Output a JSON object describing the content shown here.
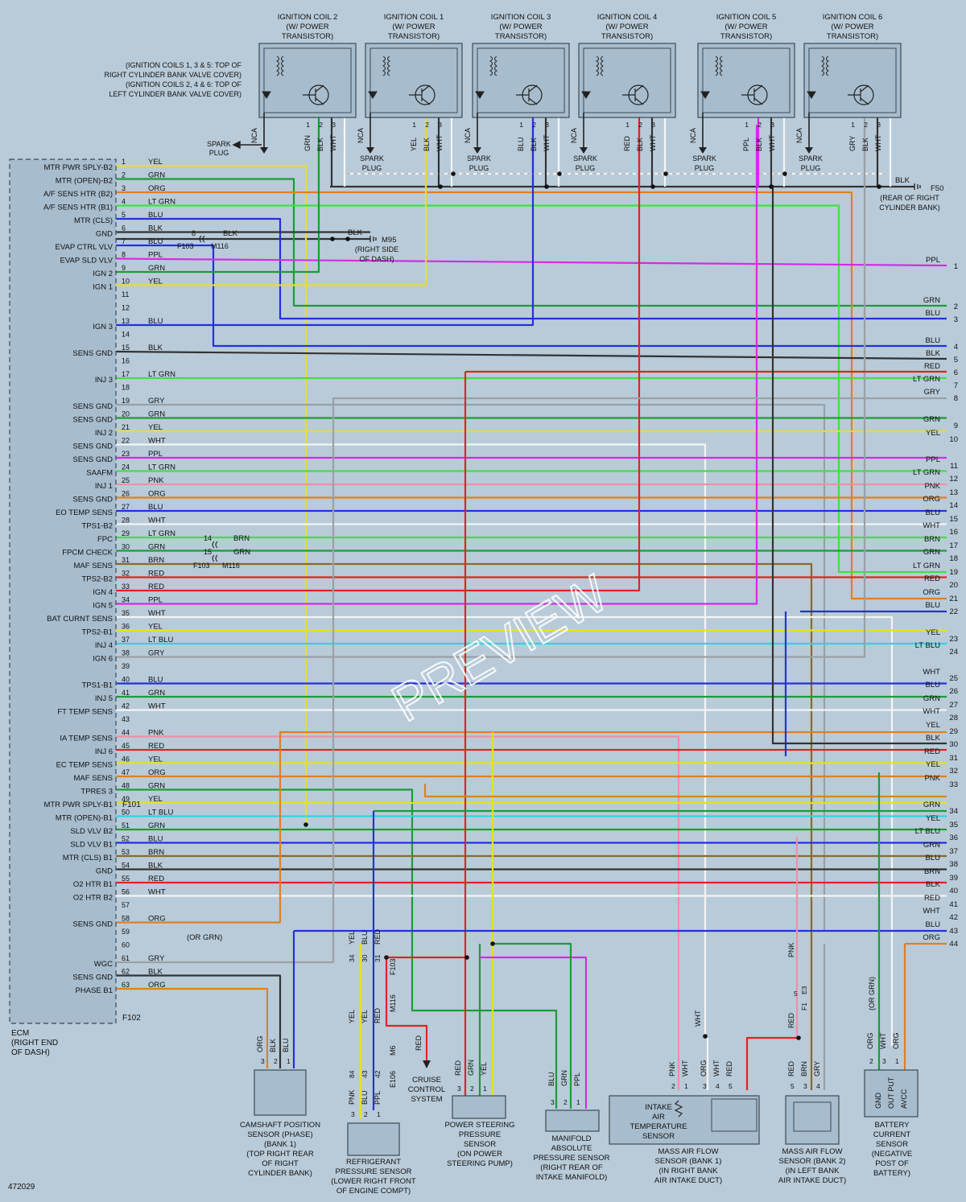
{
  "diagram_id": "472029",
  "watermark": "PREVIEW",
  "coils": [
    {
      "l1": "IGNITION COIL 2",
      "l2": "(W/ POWER",
      "l3": "TRANSISTOR)",
      "pins": [
        [
          "GRN",
          "#1c9c35"
        ],
        [
          "BLK",
          "#333333"
        ],
        [
          "WHT",
          "#f4f4f4"
        ]
      ],
      "nca": "NCA",
      "spark": "SPARK PLUG"
    },
    {
      "l1": "IGNITION COIL 1",
      "l2": "(W/ POWER",
      "l3": "TRANSISTOR)",
      "pins": [
        [
          "YEL",
          "#e6e020"
        ],
        [
          "BLK",
          "#333333"
        ],
        [
          "WHT",
          "#f4f4f4"
        ]
      ],
      "nca": "NCA",
      "spark": "SPARK PLUG"
    },
    {
      "l1": "IGNITION COIL 3",
      "l2": "(W/ POWER",
      "l3": "TRANSISTOR)",
      "pins": [
        [
          "BLU",
          "#2430e0"
        ],
        [
          "BLK",
          "#333333"
        ],
        [
          "WHT",
          "#f4f4f4"
        ]
      ],
      "nca": "NCA",
      "spark": "SPARK PLUG"
    },
    {
      "l1": "IGNITION COIL 4",
      "l2": "(W/ POWER",
      "l3": "TRANSISTOR)",
      "pins": [
        [
          "RED",
          "#e02424"
        ],
        [
          "BLK",
          "#333333"
        ],
        [
          "WHT",
          "#f4f4f4"
        ]
      ],
      "nca": "NCA",
      "spark": "SPARK PLUG"
    },
    {
      "l1": "IGNITION COIL 5",
      "l2": "(W/ POWER",
      "l3": "TRANSISTOR)",
      "pins": [
        [
          "PPL",
          "#d22ce6"
        ],
        [
          "BLK",
          "#333333"
        ],
        [
          "WHT",
          "#f4f4f4"
        ]
      ],
      "nca": "NCA",
      "spark": "SPARK PLUG"
    },
    {
      "l1": "IGNITION COIL 6",
      "l2": "(W/ POWER",
      "l3": "TRANSISTOR)",
      "pins": [
        [
          "GRY",
          "#9aa0a6"
        ],
        [
          "BLK",
          "#333333"
        ],
        [
          "WHT",
          "#f4f4f4"
        ]
      ],
      "nca": "NCA",
      "spark": "SPARK PLUG"
    }
  ],
  "coil_note": [
    "(IGNITION COILS 1, 3 & 5: TOP OF",
    "RIGHT CYLINDER BANK VALVE COVER)",
    "(IGNITION COILS 2, 4 & 6: TOP OF",
    "LEFT CYLINDER BANK VALVE COVER)"
  ],
  "ground_f50": {
    "color": "BLK",
    "id": "F50",
    "l1": "(REAR OF RIGHT",
    "l2": "CYLINDER BANK)"
  },
  "ground_m95": {
    "color": "BLK",
    "id": "M95",
    "l1": "(RIGHT SIDE",
    "l2": "OF DASH)"
  },
  "conn_f103_m116": {
    "pin": "8",
    "color": "BLK",
    "a": "F103",
    "b": "M116"
  },
  "conn_f103_m116_b": {
    "pin1": "14",
    "color1": "BRN",
    "pin2": "15",
    "color2": "GRN",
    "a": "F103",
    "b": "M116"
  },
  "ecm": {
    "name": "ECM",
    "l2": "(RIGHT END",
    "l3": "OF DASH)",
    "f101": "F101",
    "f102": "F102"
  },
  "pins": [
    {
      "n": "1",
      "func": "MTR PWR SPLY-B2",
      "wire": "YEL",
      "hex": "#e6e020",
      "rn": "",
      "rc": ""
    },
    {
      "n": "2",
      "func": "MTR (OPEN)-B2",
      "wire": "GRN",
      "hex": "#1c9c35",
      "rn": "",
      "rc": ""
    },
    {
      "n": "3",
      "func": "A/F SENS HTR (B2)",
      "wire": "ORG",
      "hex": "#e07f22",
      "rn": "",
      "rc": ""
    },
    {
      "n": "4",
      "func": "A/F SENS HTR (B1)",
      "wire": "LT GRN",
      "hex": "#3ee23e",
      "rn": "",
      "rc": ""
    },
    {
      "n": "5",
      "func": "MTR (CLS)",
      "wire": "BLU",
      "hex": "#2430e0",
      "rn": "",
      "rc": ""
    },
    {
      "n": "6",
      "func": "GND",
      "wire": "BLK",
      "hex": "#333333",
      "rn": "",
      "rc": ""
    },
    {
      "n": "7",
      "func": "EVAP CTRL VLV",
      "wire": "BLU",
      "hex": "#2430e0",
      "rn": "",
      "rc": ""
    },
    {
      "n": "8",
      "func": "EVAP SLD VLV",
      "wire": "PPL",
      "hex": "#d22ce6",
      "rn": "1",
      "rc": "PPL"
    },
    {
      "n": "9",
      "func": "IGN 2",
      "wire": "GRN",
      "hex": "#1c9c35",
      "rn": "",
      "rc": ""
    },
    {
      "n": "10",
      "func": "IGN 1",
      "wire": "YEL",
      "hex": "#e6e020",
      "rn": "",
      "rc": ""
    },
    {
      "n": "11",
      "func": "",
      "wire": "",
      "hex": "",
      "rn": "2",
      "rc": "GRN"
    },
    {
      "n": "12",
      "func": "",
      "wire": "",
      "hex": "",
      "rn": "3",
      "rc": "BLU"
    },
    {
      "n": "13",
      "func": "IGN 3",
      "wire": "BLU",
      "hex": "#2430e0",
      "rn": "4",
      "rc": "BLU"
    },
    {
      "n": "14",
      "func": "",
      "wire": "",
      "hex": "",
      "rn": "",
      "rc": ""
    },
    {
      "n": "15",
      "func": "SENS GND",
      "wire": "BLK",
      "hex": "#333333",
      "rn": "5",
      "rc": "BLK"
    },
    {
      "n": "16",
      "func": "",
      "wire": "",
      "hex": "",
      "rn": "6",
      "rc": "RED"
    },
    {
      "n": "17",
      "func": "INJ 3",
      "wire": "LT GRN",
      "hex": "#3ee23e",
      "rn": "7",
      "rc": "LT GRN"
    },
    {
      "n": "18",
      "func": "",
      "wire": "",
      "hex": "",
      "rn": "8",
      "rc": "GRY"
    },
    {
      "n": "19",
      "func": "SENS GND",
      "wire": "GRY",
      "hex": "#9aa0a6",
      "rn": "",
      "rc": ""
    },
    {
      "n": "20",
      "func": "SENS GND",
      "wire": "GRN",
      "hex": "#1c9c35",
      "rn": "9",
      "rc": "GRN"
    },
    {
      "n": "21",
      "func": "INJ 2",
      "wire": "YEL",
      "hex": "#e6e020",
      "rn": "10",
      "rc": "YEL"
    },
    {
      "n": "22",
      "func": "SENS GND",
      "wire": "WHT",
      "hex": "#f4f4f4",
      "rn": "",
      "rc": ""
    },
    {
      "n": "23",
      "func": "SENS GND",
      "wire": "PPL",
      "hex": "#d22ce6",
      "rn": "11",
      "rc": "PPL"
    },
    {
      "n": "24",
      "func": "SAAFM",
      "wire": "LT GRN",
      "hex": "#3ee23e",
      "rn": "12",
      "rc": "LT GRN"
    },
    {
      "n": "25",
      "func": "INJ 1",
      "wire": "PNK",
      "hex": "#ee8fa8",
      "rn": "13",
      "rc": "PNK"
    },
    {
      "n": "26",
      "func": "SENS GND",
      "wire": "ORG",
      "hex": "#e07f22",
      "rn": "14",
      "rc": "ORG"
    },
    {
      "n": "27",
      "func": "EO TEMP SENS",
      "wire": "BLU",
      "hex": "#2430e0",
      "rn": "15",
      "rc": "BLU"
    },
    {
      "n": "28",
      "func": "TPS1-B2",
      "wire": "WHT",
      "hex": "#f4f4f4",
      "rn": "16",
      "rc": "WHT"
    },
    {
      "n": "29",
      "func": "FPC",
      "wire": "LT GRN",
      "hex": "#3ee23e",
      "rn": "17",
      "rc": "BRN"
    },
    {
      "n": "30",
      "func": "FPCM CHECK",
      "wire": "GRN",
      "hex": "#1c9c35",
      "rn": "18",
      "rc": "GRN"
    },
    {
      "n": "31",
      "func": "MAF SENS",
      "wire": "BRN",
      "hex": "#8a6a2c",
      "rn": "19",
      "rc": "LT GRN"
    },
    {
      "n": "32",
      "func": "TPS2-B2",
      "wire": "RED",
      "hex": "#e02424",
      "rn": "20",
      "rc": "RED"
    },
    {
      "n": "33",
      "func": "IGN 4",
      "wire": "RED",
      "hex": "#e02424",
      "rn": "21",
      "rc": "ORG"
    },
    {
      "n": "34",
      "func": "IGN 5",
      "wire": "PPL",
      "hex": "#d22ce6",
      "rn": "22",
      "rc": "BLU"
    },
    {
      "n": "35",
      "func": "BAT CURNT SENS",
      "wire": "WHT",
      "hex": "#f4f4f4",
      "rn": "",
      "rc": ""
    },
    {
      "n": "36",
      "func": "TPS2-B1",
      "wire": "YEL",
      "hex": "#e6e020",
      "rn": "23",
      "rc": "YEL"
    },
    {
      "n": "37",
      "func": "INJ 4",
      "wire": "LT BLU",
      "hex": "#28d6e6",
      "rn": "24",
      "rc": "LT BLU"
    },
    {
      "n": "38",
      "func": "IGN 6",
      "wire": "GRY",
      "hex": "#9aa0a6",
      "rn": "",
      "rc": ""
    },
    {
      "n": "39",
      "func": "",
      "wire": "",
      "hex": "",
      "rn": "25",
      "rc": "WHT"
    },
    {
      "n": "40",
      "func": "TPS1-B1",
      "wire": "BLU",
      "hex": "#2430e0",
      "rn": "26",
      "rc": "BLU"
    },
    {
      "n": "41",
      "func": "INJ 5",
      "wire": "GRN",
      "hex": "#1c9c35",
      "rn": "27",
      "rc": "GRN"
    },
    {
      "n": "42",
      "func": "FT TEMP SENS",
      "wire": "WHT",
      "hex": "#f4f4f4",
      "rn": "28",
      "rc": "WHT"
    },
    {
      "n": "43",
      "func": "",
      "wire": "",
      "hex": "",
      "rn": "29",
      "rc": "YEL"
    },
    {
      "n": "44",
      "func": "IA TEMP SENS",
      "wire": "PNK",
      "hex": "#ee8fa8",
      "rn": "30",
      "rc": "BLK"
    },
    {
      "n": "45",
      "func": "INJ 6",
      "wire": "RED",
      "hex": "#e02424",
      "rn": "31",
      "rc": "RED"
    },
    {
      "n": "46",
      "func": "EC TEMP SENS",
      "wire": "YEL",
      "hex": "#e6e020",
      "rn": "32",
      "rc": "YEL"
    },
    {
      "n": "47",
      "func": "MAF SENS",
      "wire": "ORG",
      "hex": "#e07f22",
      "rn": "33",
      "rc": "PNK"
    },
    {
      "n": "48",
      "func": "TPRES 3",
      "wire": "GRN",
      "hex": "#1c9c35",
      "rn": "",
      "rc": ""
    },
    {
      "n": "49",
      "func": "MTR PWR SPLY-B1",
      "wire": "YEL",
      "hex": "#e6e020",
      "rn": "34",
      "rc": "GRN"
    },
    {
      "n": "50",
      "func": "MTR (OPEN)-B1",
      "wire": "LT BLU",
      "hex": "#28d6e6",
      "rn": "35",
      "rc": "YEL"
    },
    {
      "n": "51",
      "func": "SLD VLV B2",
      "wire": "GRN",
      "hex": "#1c9c35",
      "rn": "36",
      "rc": "LT BLU"
    },
    {
      "n": "52",
      "func": "SLD VLV B1",
      "wire": "BLU",
      "hex": "#2430e0",
      "rn": "37",
      "rc": "GRN"
    },
    {
      "n": "53",
      "func": "MTR (CLS) B1",
      "wire": "BRN",
      "hex": "#8a6a2c",
      "rn": "38",
      "rc": "BLU"
    },
    {
      "n": "54",
      "func": "GND",
      "wire": "BLK",
      "hex": "#333333",
      "rn": "39",
      "rc": "BRN"
    },
    {
      "n": "55",
      "func": "O2 HTR B1",
      "wire": "RED",
      "hex": "#e02424",
      "rn": "40",
      "rc": "BLK"
    },
    {
      "n": "56",
      "func": "O2 HTR B2",
      "wire": "WHT",
      "hex": "#f4f4f4",
      "rn": "41",
      "rc": "RED"
    },
    {
      "n": "57",
      "func": "",
      "wire": "",
      "hex": "",
      "rn": "42",
      "rc": "WHT"
    },
    {
      "n": "58",
      "func": "SENS GND",
      "wire": "ORG",
      "hex": "#e07f22",
      "rn": "43",
      "rc": "BLU"
    },
    {
      "n": "59",
      "func": "",
      "wire": "",
      "hex": "",
      "rn": "44",
      "rc": "ORG"
    },
    {
      "n": "60",
      "func": "",
      "wire": "",
      "hex": "",
      "rn": "",
      "rc": ""
    },
    {
      "n": "61",
      "func": "WGC",
      "wire": "GRY",
      "hex": "#9aa0a6",
      "rn": "",
      "rc": ""
    },
    {
      "n": "62",
      "func": "SENS GND",
      "wire": "BLK",
      "hex": "#333333",
      "rn": "",
      "rc": ""
    },
    {
      "n": "63",
      "func": "PHASE B1",
      "wire": "ORG",
      "hex": "#e07f22",
      "rn": "",
      "rc": ""
    }
  ],
  "pin58_note": "(OR GRN)",
  "bottom": {
    "cam": {
      "l": [
        "CAMSHAFT POSITION",
        "SENSOR (PHASE)",
        "(BANK 1)",
        "(TOP RIGHT REAR",
        "OF RIGHT",
        "CYLINDER BANK)"
      ],
      "w": [
        "ORG",
        "BLK",
        "BLU"
      ],
      "p": [
        "3",
        "2",
        "1"
      ]
    },
    "refrig": {
      "l": [
        "REFRIGERANT",
        "PRESSURE SENSOR",
        "(LOWER RIGHT FRONT",
        "OF ENGINE COMPT)"
      ],
      "w": [
        "PNK",
        "BLU",
        "PPL"
      ],
      "p": [
        "3",
        "2",
        "1"
      ],
      "c": [
        "84",
        "43",
        "42"
      ],
      "up": [
        "YEL",
        "YEL",
        "RED"
      ],
      "up2": [
        "YEL",
        "BLU",
        "RED"
      ],
      "upn": [
        "34",
        "30",
        "31"
      ],
      "f103": "F103",
      "m116": "M116",
      "m6": "M6",
      "e106": "E106",
      "red": "RED"
    },
    "cruise": {
      "l": [
        "CRUISE",
        "CONTROL",
        "SYSTEM"
      ]
    },
    "ps": {
      "l": [
        "POWER STEERING",
        "PRESSURE",
        "SENSOR",
        "(ON POWER",
        "STEERING PUMP)"
      ],
      "w": [
        "RED",
        "GRN",
        "YEL"
      ],
      "p": [
        "3",
        "2",
        "1"
      ]
    },
    "map": {
      "l": [
        "MANIFOLD",
        "ABSOLUTE",
        "PRESSURE SENSOR",
        "(RIGHT REAR OF",
        "INTAKE MANIFOLD)"
      ],
      "w": [
        "BLU",
        "GRN",
        "PPL"
      ],
      "p": [
        "3",
        "2",
        "1"
      ]
    },
    "maf1": {
      "l": [
        "MASS AIR FLOW",
        "SENSOR (BANK 1)",
        "(IN RIGHT BANK",
        "AIR INTAKE DUCT)"
      ],
      "iat": [
        "INTAKE",
        "AIR",
        "TEMPERATURE",
        "SENSOR"
      ],
      "w": [
        "PNK",
        "WHT",
        "ORG",
        "WHT",
        "RED"
      ],
      "p": [
        "2",
        "1",
        "3",
        "4",
        "5"
      ],
      "wht": "WHT"
    },
    "maf2": {
      "l": [
        "MASS AIR FLOW",
        "SENSOR (BANK 2)",
        "(IN LEFT BANK",
        "AIR INTAKE DUCT)"
      ],
      "w": [
        "RED",
        "BRN",
        "GRY"
      ],
      "p": [
        "5",
        "3",
        "4"
      ],
      "pnk": "PNK",
      "red": "RED",
      "e3": "E3",
      "f1": "F1",
      "c5": "5"
    },
    "bat": {
      "l": [
        "BATTERY",
        "CURRENT",
        "SENSOR",
        "(NEGATIVE",
        "POST OF",
        "BATTERY)"
      ],
      "w": [
        "ORG",
        "WHT",
        "ORG"
      ],
      "p": [
        "2",
        "3",
        "1"
      ],
      "pins": [
        "GND",
        "OUT PUT",
        "AVCC"
      ],
      "orgrn": "(OR GRN)"
    }
  }
}
